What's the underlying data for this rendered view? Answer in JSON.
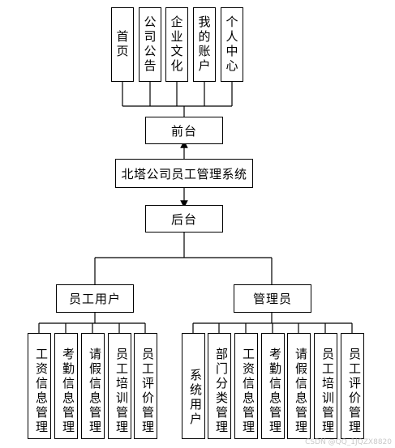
{
  "system": {
    "title": "北塔公司员工管理系统"
  },
  "frontend": {
    "label": "前台",
    "modules": [
      "首页",
      "公司公告",
      "企业文化",
      "我的账户",
      "个人中心"
    ]
  },
  "backend": {
    "label": "后台"
  },
  "roles": [
    {
      "label": "员工用户",
      "modules": [
        "工资信息管理",
        "考勤信息管理",
        "请假信息管理",
        "员工培训管理",
        "员工评价管理"
      ]
    },
    {
      "label": "管理员",
      "modules": [
        "系统用户",
        "部门分类管理",
        "工资信息管理",
        "考勤信息管理",
        "请假信息管理",
        "员工培训管理",
        "员工评价管理"
      ]
    }
  ],
  "watermark": "CSDN @QQ_1JQZX8820"
}
